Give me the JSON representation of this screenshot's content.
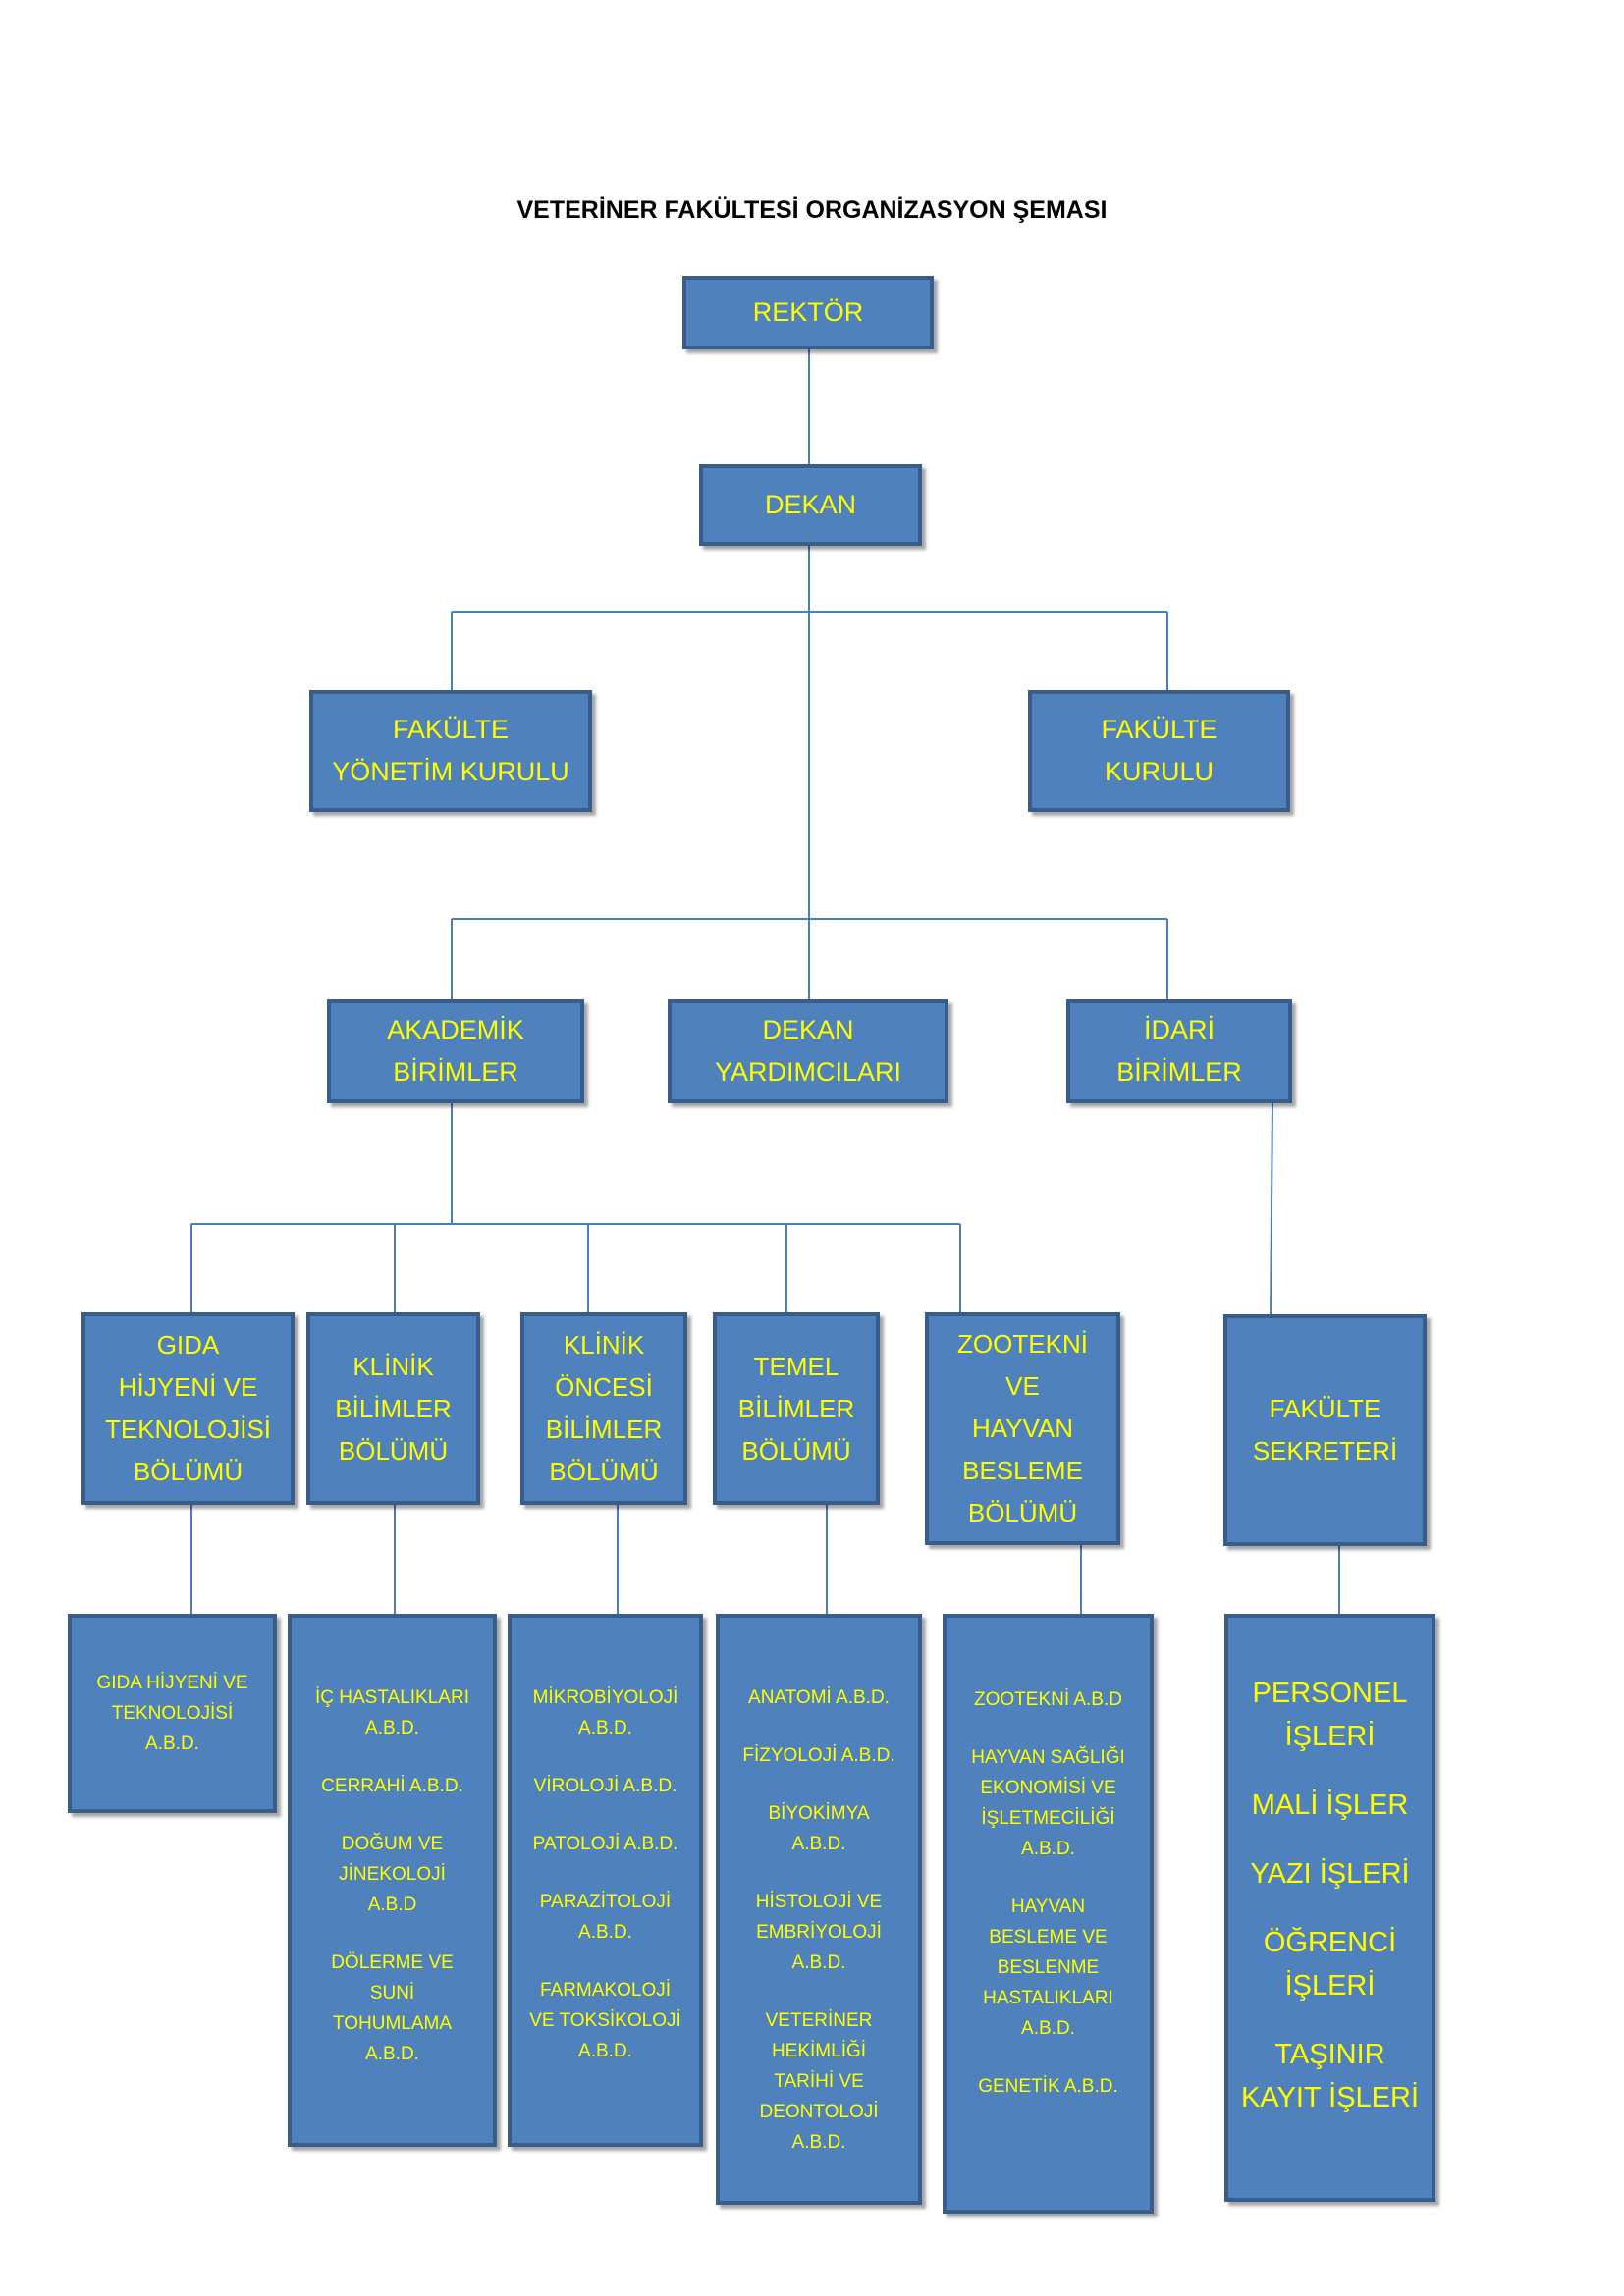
{
  "title": "VETERİNER FAKÜLTESİ ORGANİZASYON ŞEMASI",
  "colors": {
    "box_fill": "#4f81bd",
    "box_border": "#385d8a",
    "text": "#ffff00",
    "connector": "#4a7ebb"
  },
  "nodes": {
    "rektor": [
      "REKTÖR"
    ],
    "dekan": [
      "DEKAN"
    ],
    "yonetim_kurulu": [
      "FAKÜLTE",
      "YÖNETİM KURULU"
    ],
    "fakulte_kurulu": [
      "FAKÜLTE",
      "KURULU"
    ],
    "akademik": [
      "AKADEMİK",
      "BİRİMLER"
    ],
    "dekan_yard": [
      "DEKAN",
      "YARDIMCILARI"
    ],
    "idari": [
      "İDARİ",
      "BİRİMLER"
    ],
    "gida": [
      "GIDA",
      "HİJYENİ VE",
      "TEKNOLOJİSİ",
      "BÖLÜMÜ"
    ],
    "klinik": [
      "KLİNİK",
      "BİLİMLER",
      "BÖLÜMÜ"
    ],
    "klinik_oncesi": [
      "KLİNİK",
      "ÖNCESİ",
      "BİLİMLER",
      "BÖLÜMÜ"
    ],
    "temel": [
      "TEMEL",
      "BİLİMLER",
      "BÖLÜMÜ"
    ],
    "zootekni": [
      "ZOOTEKNİ",
      "VE",
      "HAYVAN",
      "BESLEME",
      "BÖLÜMÜ"
    ],
    "sekreter": [
      "FAKÜLTE",
      "SEKRETERİ"
    ]
  },
  "departments": {
    "gida": [
      [
        "GIDA HİJYENİ VE",
        "TEKNOLOJİSİ",
        "A.B.D."
      ]
    ],
    "klinik": [
      [
        "İÇ HASTALIKLARI",
        "A.B.D."
      ],
      [
        "CERRAHİ  A.B.D."
      ],
      [
        "DOĞUM VE",
        "JİNEKOLOJİ",
        "A.B.D"
      ],
      [
        "DÖLERME VE",
        "SUNİ",
        "TOHUMLAMA",
        "A.B.D."
      ]
    ],
    "klinik_oncesi": [
      [
        "MİKROBİYOLOJİ",
        "A.B.D."
      ],
      [
        "VİROLOJİ A.B.D."
      ],
      [
        "PATOLOJİ A.B.D."
      ],
      [
        "PARAZİTOLOJİ",
        "A.B.D."
      ],
      [
        "FARMAKOLOJİ",
        "VE TOKSİKOLOJİ",
        "A.B.D."
      ]
    ],
    "temel": [
      [
        "ANATOMİ A.B.D."
      ],
      [
        "FİZYOLOJİ A.B.D."
      ],
      [
        "BİYOKİMYA",
        "A.B.D."
      ],
      [
        "HİSTOLOJİ VE",
        "EMBRİYOLOJİ",
        "A.B.D."
      ],
      [
        "VETERİNER",
        "HEKİMLİĞİ",
        "TARİHİ VE",
        "DEONTOLOJİ",
        "A.B.D."
      ]
    ],
    "zootekni": [
      [
        "ZOOTEKNİ A.B.D"
      ],
      [
        "HAYVAN SAĞLIĞI",
        "EKONOMİSİ  VE",
        "İŞLETMECİLİĞİ",
        "A.B.D."
      ],
      [
        "HAYVAN",
        "BESLEME VE",
        "BESLENME",
        "HASTALIKLARI",
        "A.B.D."
      ],
      [
        "GENETİK A.B.D."
      ]
    ],
    "sekreter": [
      [
        "PERSONEL",
        "İŞLERİ"
      ],
      [
        "MALİ İŞLER"
      ],
      [
        "YAZI İŞLERİ"
      ],
      [
        "ÖĞRENCİ",
        "İŞLERİ"
      ],
      [
        "TAŞINIR",
        "KAYIT İŞLERİ"
      ]
    ]
  }
}
